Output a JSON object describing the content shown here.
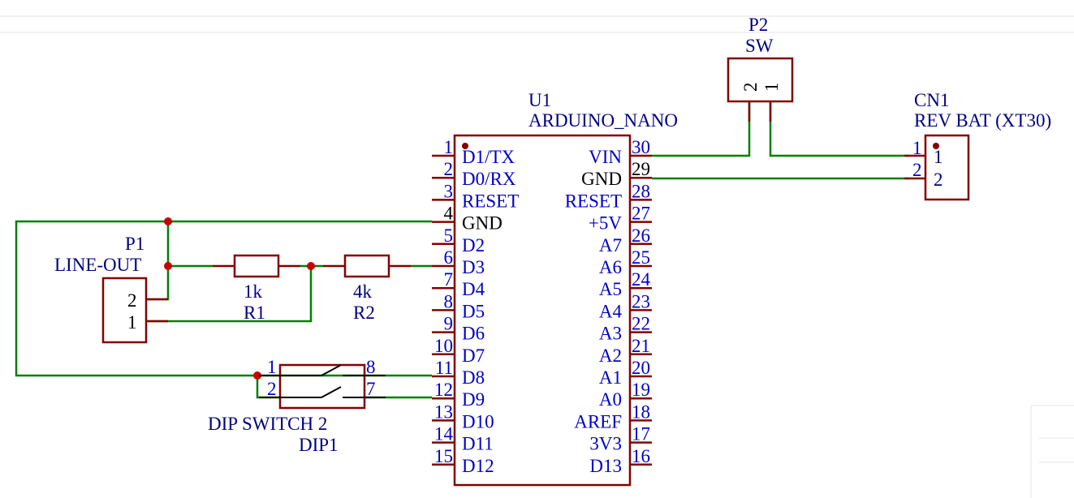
{
  "colors": {
    "wire": "#008000",
    "component": "#840000",
    "junction": "#c80000",
    "pin_label": "#0000c8",
    "ref_label": "#000080"
  },
  "u1": {
    "ref": "U1",
    "value": "ARDUINO_NANO",
    "left_pins": [
      {
        "num": "1",
        "name": "D1/TX"
      },
      {
        "num": "2",
        "name": "D0/RX"
      },
      {
        "num": "3",
        "name": "RESET"
      },
      {
        "num": "4",
        "name": "GND"
      },
      {
        "num": "5",
        "name": "D2"
      },
      {
        "num": "6",
        "name": "D3"
      },
      {
        "num": "7",
        "name": "D4"
      },
      {
        "num": "8",
        "name": "D5"
      },
      {
        "num": "9",
        "name": "D6"
      },
      {
        "num": "10",
        "name": "D7"
      },
      {
        "num": "11",
        "name": "D8"
      },
      {
        "num": "12",
        "name": "D9"
      },
      {
        "num": "13",
        "name": "D10"
      },
      {
        "num": "14",
        "name": "D11"
      },
      {
        "num": "15",
        "name": "D12"
      }
    ],
    "right_pins": [
      {
        "num": "30",
        "name": "VIN"
      },
      {
        "num": "29",
        "name": "GND"
      },
      {
        "num": "28",
        "name": "RESET"
      },
      {
        "num": "27",
        "name": "+5V"
      },
      {
        "num": "26",
        "name": "A7"
      },
      {
        "num": "25",
        "name": "A6"
      },
      {
        "num": "24",
        "name": "A5"
      },
      {
        "num": "23",
        "name": "A4"
      },
      {
        "num": "22",
        "name": "A3"
      },
      {
        "num": "21",
        "name": "A2"
      },
      {
        "num": "20",
        "name": "A1"
      },
      {
        "num": "19",
        "name": "A0"
      },
      {
        "num": "18",
        "name": "AREF"
      },
      {
        "num": "17",
        "name": "3V3"
      },
      {
        "num": "16",
        "name": "D13"
      }
    ]
  },
  "p2": {
    "ref": "P2",
    "value": "SW",
    "pin_a": "2",
    "pin_b": "1"
  },
  "cn1": {
    "ref": "CN1",
    "value": "REV BAT (XT30)",
    "pin_1": "1",
    "pin_2": "2",
    "inner_1": "1",
    "inner_2": "2"
  },
  "p1": {
    "ref": "P1",
    "value": "LINE-OUT",
    "pin_2": "2",
    "pin_1": "1"
  },
  "r1": {
    "value": "1k",
    "ref": "R1"
  },
  "r2": {
    "value": "4k",
    "ref": "R2"
  },
  "dip1": {
    "value": "DIP SWITCH 2",
    "ref": "DIP1",
    "pins": {
      "p1": "1",
      "p2": "2",
      "p7": "7",
      "p8": "8"
    }
  }
}
